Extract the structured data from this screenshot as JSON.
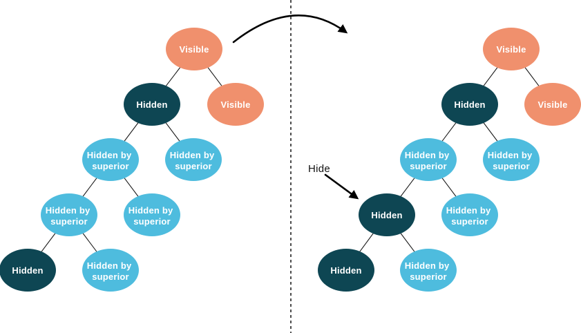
{
  "colors": {
    "visible_node": "#f0906d",
    "hidden_node": "#0e4653",
    "hidden_by_superior_node": "#4ebcde",
    "label_text": "#ffffff",
    "annotation_text": "#111111",
    "connector": "#1a1a1a",
    "divider": "#000000",
    "arrow": "#000000"
  },
  "annotations": {
    "hide_label": "Hide"
  },
  "trees": {
    "before": {
      "nodes": [
        {
          "id": "root",
          "state": "visible",
          "label": "Visible"
        },
        {
          "id": "root-left",
          "state": "hidden",
          "label": "Hidden"
        },
        {
          "id": "root-right",
          "state": "visible",
          "label": "Visible"
        },
        {
          "id": "level2-left",
          "state": "hidden-by-superior",
          "label": "Hidden by superior",
          "line1": "Hidden by",
          "line2": "superior"
        },
        {
          "id": "level2-right",
          "state": "hidden-by-superior",
          "label": "Hidden by superior",
          "line1": "Hidden by",
          "line2": "superior"
        },
        {
          "id": "level3-left",
          "state": "hidden-by-superior",
          "label": "Hidden by superior",
          "line1": "Hidden by",
          "line2": "superior"
        },
        {
          "id": "level3-right",
          "state": "hidden-by-superior",
          "label": "Hidden by superior",
          "line1": "Hidden by",
          "line2": "superior"
        },
        {
          "id": "level4-left",
          "state": "hidden",
          "label": "Hidden"
        },
        {
          "id": "level4-right",
          "state": "hidden-by-superior",
          "label": "Hidden by superior",
          "line1": "Hidden by",
          "line2": "superior"
        }
      ]
    },
    "after": {
      "nodes": [
        {
          "id": "root",
          "state": "visible",
          "label": "Visible"
        },
        {
          "id": "root-left",
          "state": "hidden",
          "label": "Hidden"
        },
        {
          "id": "root-right",
          "state": "visible",
          "label": "Visible"
        },
        {
          "id": "level2-left",
          "state": "hidden-by-superior",
          "label": "Hidden by superior",
          "line1": "Hidden by",
          "line2": "superior"
        },
        {
          "id": "level2-right",
          "state": "hidden-by-superior",
          "label": "Hidden by superior",
          "line1": "Hidden by",
          "line2": "superior"
        },
        {
          "id": "level3-left",
          "state": "hidden",
          "label": "Hidden"
        },
        {
          "id": "level3-right",
          "state": "hidden-by-superior",
          "label": "Hidden by superior",
          "line1": "Hidden by",
          "line2": "superior"
        },
        {
          "id": "level4-left",
          "state": "hidden",
          "label": "Hidden"
        },
        {
          "id": "level4-right",
          "state": "hidden-by-superior",
          "label": "Hidden by superior",
          "line1": "Hidden by",
          "line2": "superior"
        }
      ]
    }
  }
}
